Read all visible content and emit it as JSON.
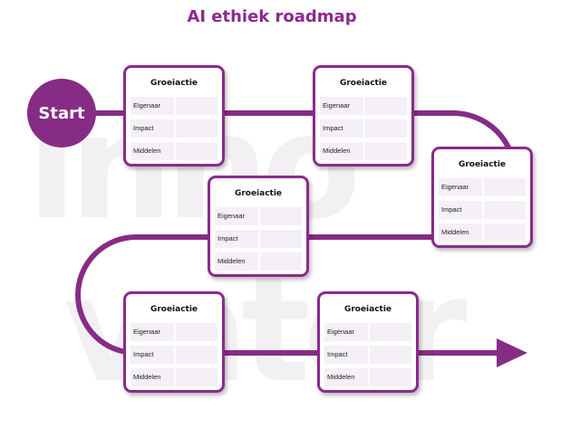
{
  "title": "AI ethiek roadmap",
  "start_label": "Start",
  "watermark_text": "inno vator",
  "colors": {
    "accent": "#8b2a8c",
    "road": "#862c85",
    "watermark": "#f3f0f4",
    "cell": "#f4f0f6"
  },
  "cards": [
    {
      "title": "Groeiactie",
      "rows": [
        "Eigenaar",
        "Impact",
        "Middelen"
      ]
    },
    {
      "title": "Groeiactie",
      "rows": [
        "Eigenaar",
        "Impact",
        "Middelen"
      ]
    },
    {
      "title": "Groeiactie",
      "rows": [
        "Eigenaar",
        "Impact",
        "Middelen"
      ]
    },
    {
      "title": "Groeiactie",
      "rows": [
        "Eigenaar",
        "Impact",
        "Middelen"
      ]
    },
    {
      "title": "Groeiactie",
      "rows": [
        "Eigenaar",
        "Impact",
        "Middelen"
      ]
    },
    {
      "title": "Groeiactie",
      "rows": [
        "Eigenaar",
        "Impact",
        "Middelen"
      ]
    }
  ]
}
